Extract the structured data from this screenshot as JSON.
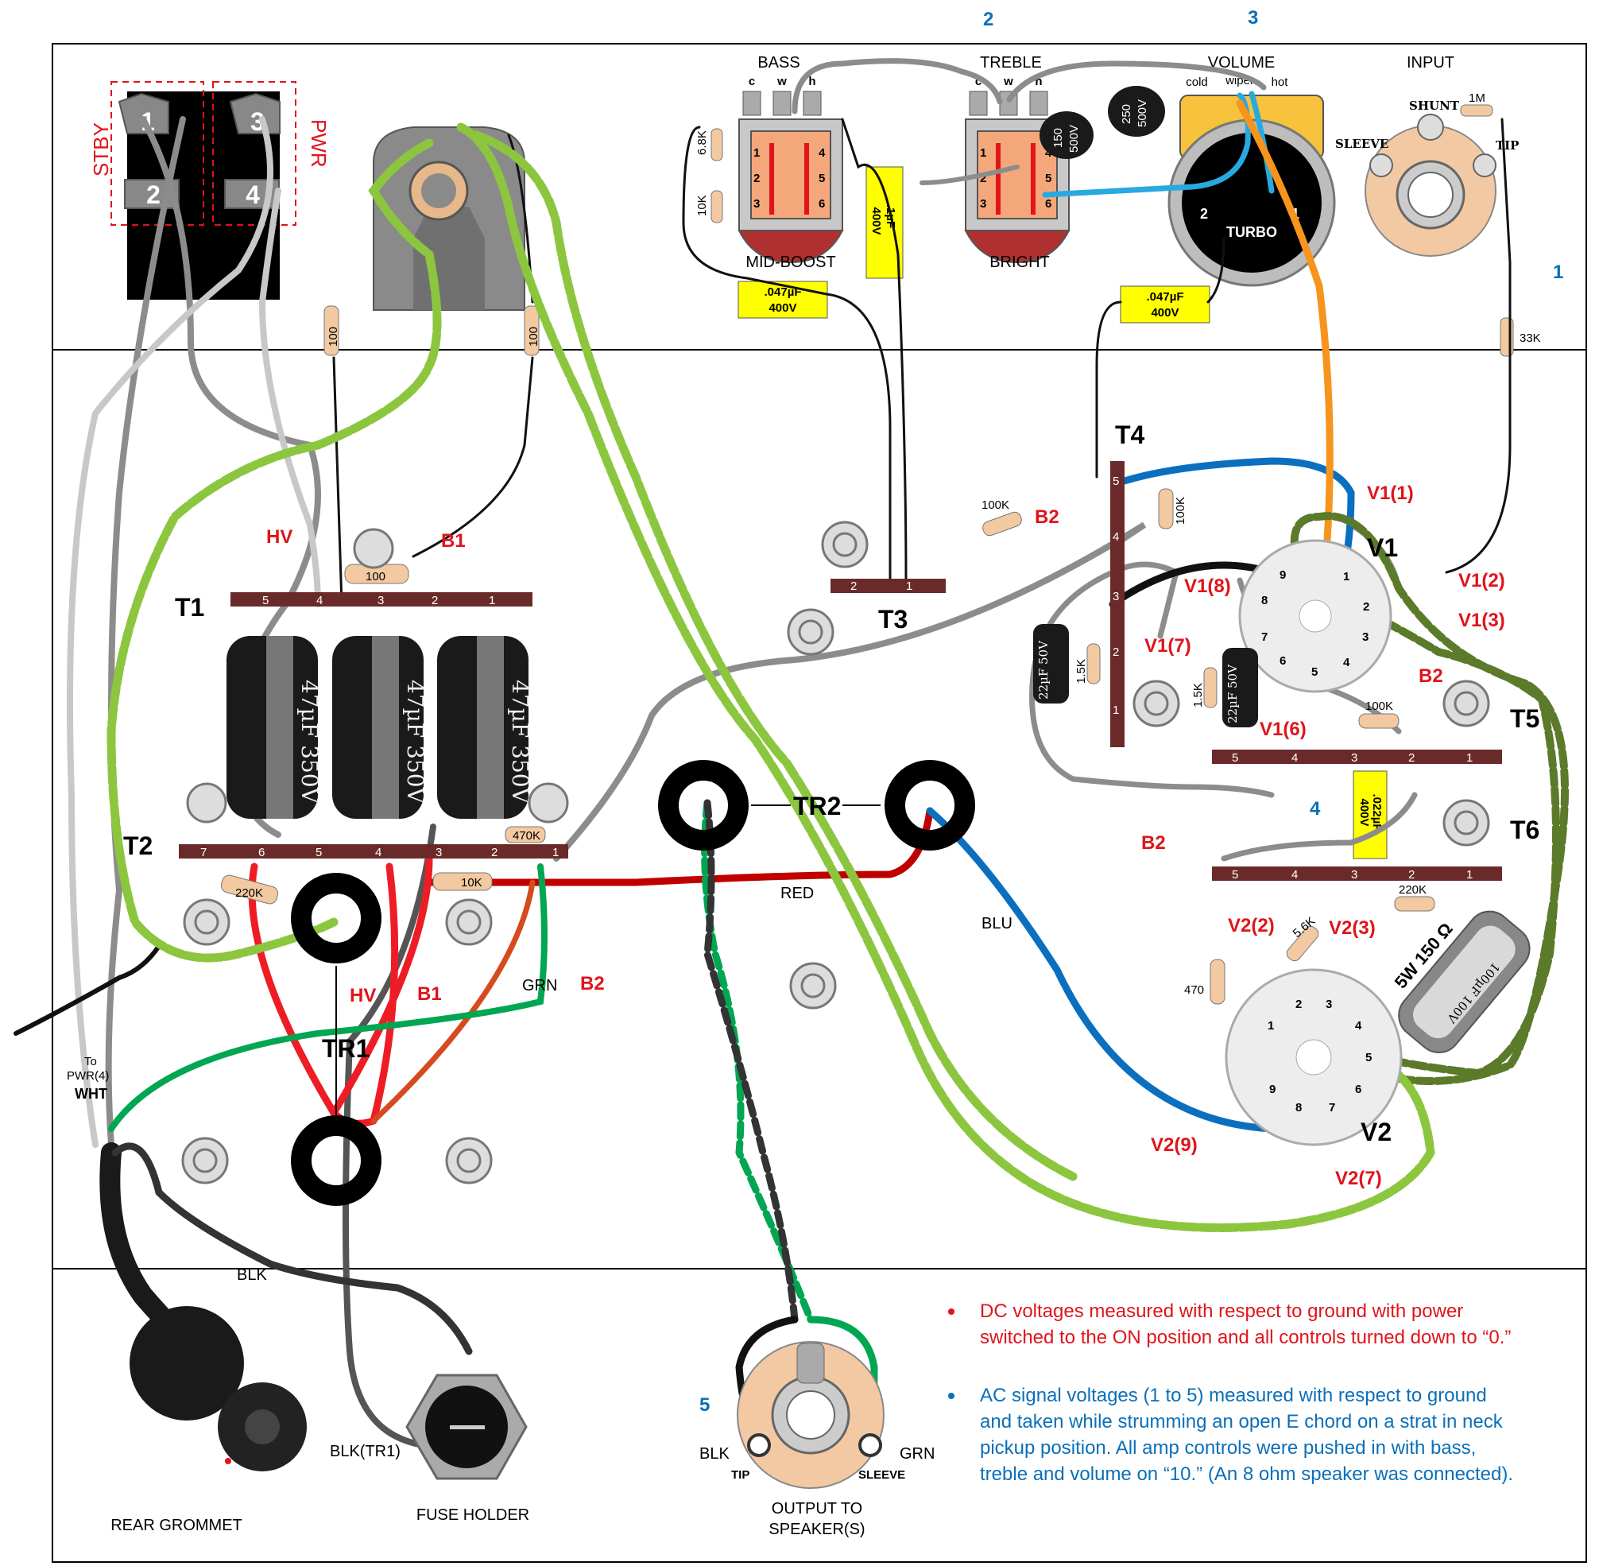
{
  "switch": {
    "stby": "STBY",
    "pwr": "PWR",
    "pins": [
      "1",
      "2",
      "3",
      "4"
    ]
  },
  "pots": {
    "bass": "BASS",
    "treble": "TREBLE",
    "volume": "VOLUME",
    "input": "INPUT",
    "pin_c": "c",
    "pin_w": "w",
    "pin_h": "h",
    "cold": "cold",
    "wiper": "wiper",
    "hot": "hot",
    "turbo": "TURBO",
    "turbo_1": "1",
    "turbo_2": "2",
    "mid_boost": "MID-BOOST",
    "bright": "BRIGHT",
    "sw_pins": [
      "1",
      "2",
      "3",
      "4",
      "5",
      "6"
    ]
  },
  "jack": {
    "shunt": "SHUNT",
    "sleeve": "SLEEVE",
    "tip": "TIP"
  },
  "components": {
    "r_6k8": "6.8K",
    "r_10k_top": "10K",
    "r_1m": "1M",
    "r_33k": "33K",
    "c_bass": ".047µF",
    "c_bass_v": "400V",
    "c_mid": ".1µF",
    "c_mid_v": "400V",
    "c_vol": ".047µF",
    "c_vol_v": "400V",
    "c_150": "150",
    "c_150v": "500V",
    "c_250": "250",
    "c_250v": "500V",
    "r_100_a": "100",
    "r_100_b": "100",
    "r_100_c": "100",
    "r_100k_a": "100K",
    "r_100k_b": "100K",
    "r_100k_c": "100K",
    "r_1k5_a": "1.5K",
    "r_1k5_b": "1.5K",
    "c_22u_a": "22µF 50V",
    "c_22u_b": "22µF 50V",
    "filter_cap": "47µF 350V",
    "r_470k": "470K",
    "r_10k": "10K",
    "r_220k_a": "220K",
    "r_220k_b": "220K",
    "c_022": ".022µF",
    "c_022v": "400V",
    "r_5k6": "5.6K",
    "r_470": "470",
    "power_res": "5W 150 Ω",
    "c_100u": "100µF 100V"
  },
  "strips": {
    "t1": "T1",
    "t2": "T2",
    "t3": "T3",
    "t4": "T4",
    "t5": "T5",
    "t6": "T6",
    "t1_pins": [
      "5",
      "4",
      "3",
      "2",
      "1"
    ],
    "t2_pins": [
      "7",
      "6",
      "5",
      "4",
      "3",
      "2",
      "1"
    ],
    "t3_pins": [
      "2",
      "1"
    ],
    "t4_pins": [
      "5",
      "4",
      "3",
      "2",
      "1"
    ],
    "t5_pins": [
      "5",
      "4",
      "3",
      "2",
      "1"
    ],
    "t6_pins": [
      "5",
      "4",
      "3",
      "2",
      "1"
    ]
  },
  "tubes": {
    "v1": "V1",
    "v2": "V2",
    "v1_pins": [
      "1",
      "2",
      "3",
      "4",
      "5",
      "6",
      "7",
      "8",
      "9"
    ],
    "v2_pins": [
      "1",
      "2",
      "3",
      "4",
      "5",
      "6",
      "7",
      "8",
      "9"
    ]
  },
  "test_points_red": {
    "hv_top": "HV",
    "b1_top": "B1",
    "b2_t4": "B2",
    "b2_t5": "B2",
    "b2_t6": "B2",
    "hv_bot": "HV",
    "b1_bot": "B1",
    "b2_bot": "B2",
    "v1_1": "V1(1)",
    "v1_2": "V1(2)",
    "v1_3": "V1(3)",
    "v1_6": "V1(6)",
    "v1_7": "V1(7)",
    "v1_8": "V1(8)",
    "v2_2": "V2(2)",
    "v2_3": "V2(3)",
    "v2_7": "V2(7)",
    "v2_9": "V2(9)"
  },
  "test_points_blue": [
    "1",
    "2",
    "3",
    "4",
    "5"
  ],
  "transformers": {
    "tr1": "TR1",
    "tr2": "TR2"
  },
  "wire_labels": {
    "red": "RED",
    "blu": "BLU",
    "grn": "GRN",
    "blk": "BLK",
    "blk_tr1": "BLK(TR1)",
    "to": "To",
    "pwr4": "PWR(4)",
    "wht": "WHT",
    "blk_out": "BLK",
    "grn_out": "GRN"
  },
  "output_jack": {
    "tip": "TIP",
    "sleeve": "SLEEVE",
    "label_1": "OUTPUT TO",
    "label_2": "SPEAKER(S)"
  },
  "bottom_labels": {
    "grommet": "REAR GROMMET",
    "fuse": "FUSE HOLDER"
  },
  "notes": {
    "red_1": "DC voltages measured with respect to ground with power",
    "red_2": "switched to the ON position and all controls turned down to “0.”",
    "blue_1": "AC signal voltages (1 to 5) measured with respect to ground",
    "blue_2": "and taken while strumming an open E chord on a strat in neck",
    "blue_3": "pickup position. All amp controls were pushed in with bass,",
    "blue_4": "treble and volume on “10.” (An 8 ohm speaker was connected)."
  },
  "colors": {
    "wire_red": "#d00000",
    "wire_blue": "#0b6fc0",
    "wire_green": "#00a651",
    "wire_lightgreen": "#8cc63f",
    "wire_olive": "#5b7a2a",
    "wire_orange": "#f7941d",
    "wire_gray": "#8c8c8c",
    "wire_black": "#222222",
    "cap_yellow": "#ffff00",
    "label_red": "#e0141b",
    "label_blue": "#0a6fb8",
    "strip_brown": "#6b2a2a"
  }
}
